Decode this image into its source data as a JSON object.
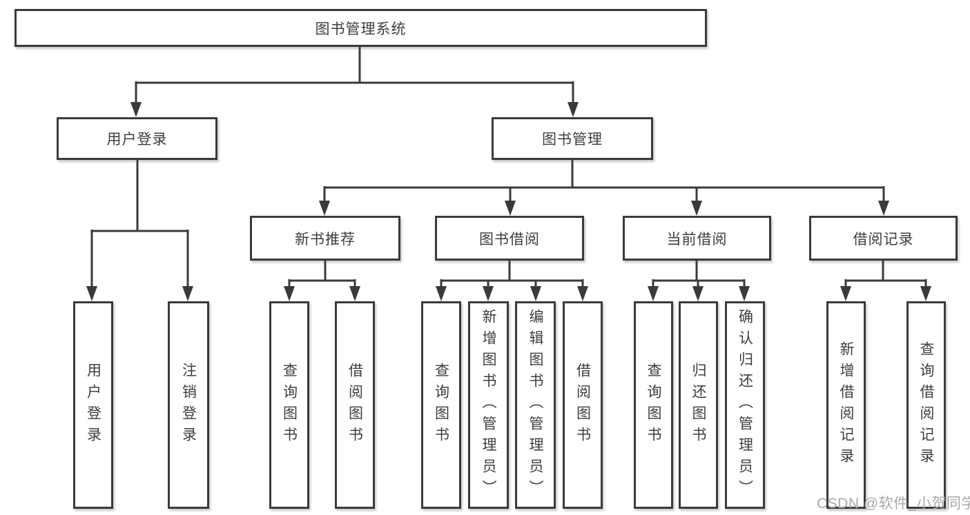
{
  "diagram": {
    "type": "hierarchy-tree",
    "root": {
      "label": "图书管理系统"
    },
    "branches": [
      {
        "label": "用户登录",
        "children": [
          {
            "label": "用户登录"
          },
          {
            "label": "注销登录"
          }
        ]
      },
      {
        "label": "图书管理",
        "children": [
          {
            "label": "新书推荐",
            "children": [
              {
                "label": "查询图书"
              },
              {
                "label": "借阅图书"
              }
            ]
          },
          {
            "label": "图书借阅",
            "children": [
              {
                "label": "查询图书"
              },
              {
                "label": "新增图书（管理员）"
              },
              {
                "label": "编辑图书（管理员）"
              },
              {
                "label": "借阅图书"
              }
            ]
          },
          {
            "label": "当前借阅",
            "children": [
              {
                "label": "查询图书"
              },
              {
                "label": "归还图书"
              },
              {
                "label": "确认归还（管理员）"
              }
            ]
          },
          {
            "label": "借阅记录",
            "children": [
              {
                "label": "新增借阅记录"
              },
              {
                "label": "查询借阅记录"
              }
            ]
          }
        ]
      }
    ]
  },
  "watermark": {
    "text": "CSDN @软件_小贺同学"
  },
  "colors": {
    "line": "#3a3a3a",
    "box_border": "#3a3a3a",
    "text": "#3d3d3d",
    "watermark": "#a8a8a8",
    "background": "#ffffff"
  }
}
